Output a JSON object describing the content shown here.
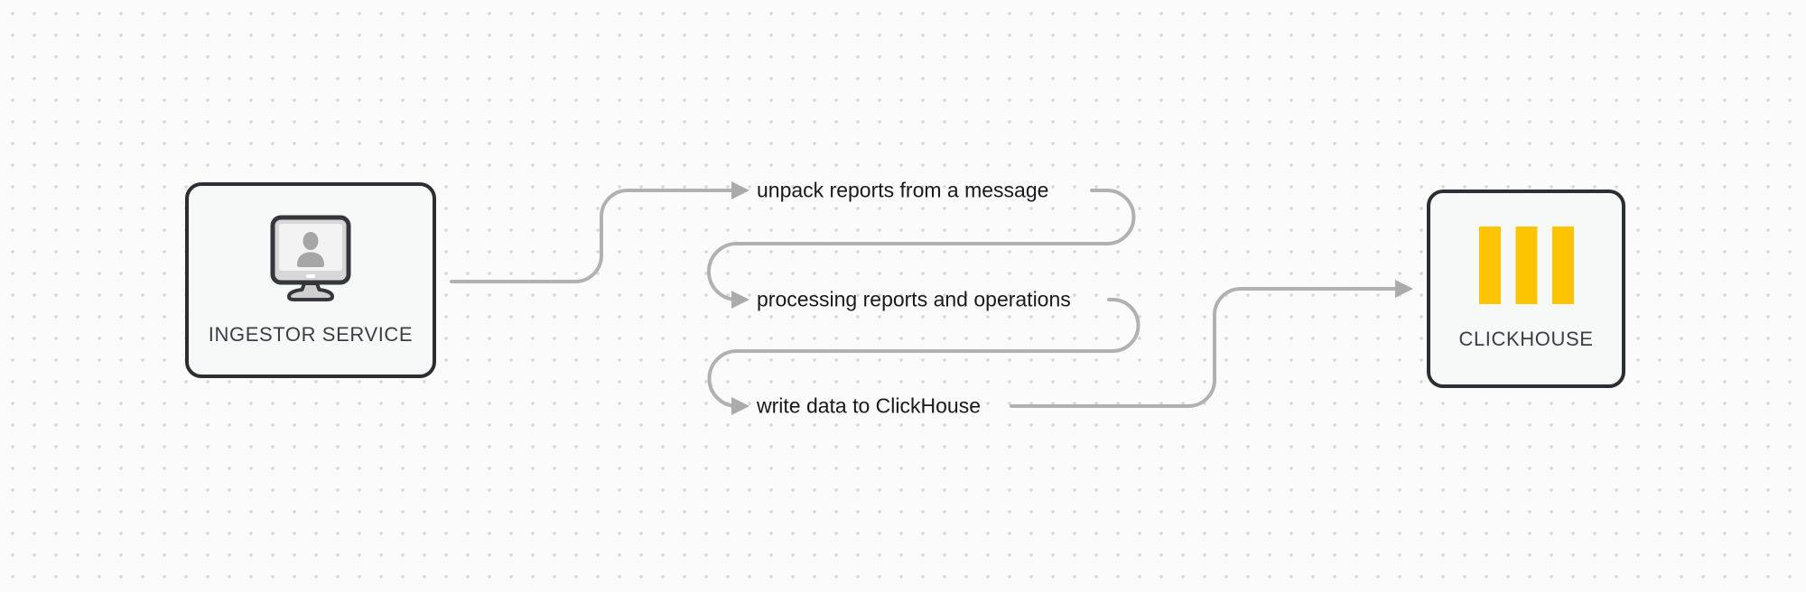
{
  "nodes": {
    "ingestor": {
      "label": "INGESTOR SERVICE",
      "icon": "monitor-user-icon"
    },
    "clickhouse": {
      "label": "CLICKHOUSE",
      "icon": "clickhouse-logo-icon"
    }
  },
  "steps": [
    {
      "label": "unpack reports from a message"
    },
    {
      "label": "processing reports and operations"
    },
    {
      "label": "write data to ClickHouse"
    }
  ],
  "colors": {
    "bg": "#fbfbfb",
    "dot": "#d9d9d9",
    "line": "#b1b1b1",
    "arrow": "#ababab",
    "border": "#2b2f33",
    "node_fill": "#f7f8f8",
    "node_label": "#3a3e45",
    "step_text": "#17191c",
    "brand_yellow": "#fdc501",
    "icon_gray": "#a6a6a6"
  }
}
